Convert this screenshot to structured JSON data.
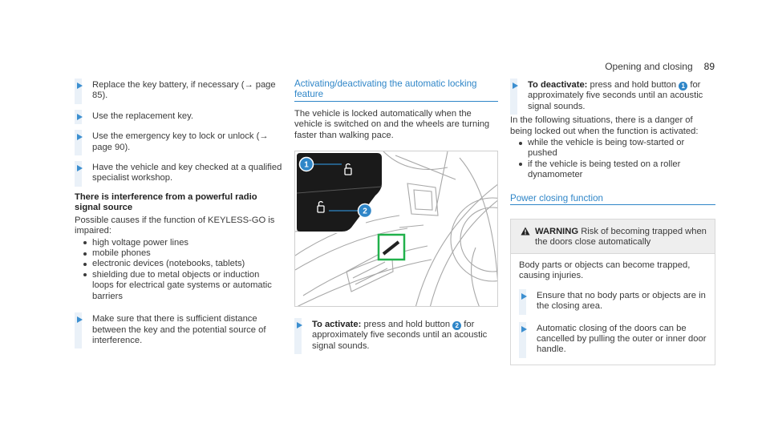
{
  "header": {
    "section": "Opening and closing",
    "page_number": "89"
  },
  "col1": {
    "steps_top": [
      {
        "text": "Replace the key battery, if necessary (→ page 85)."
      },
      {
        "text": "Use the replacement key."
      },
      {
        "text": "Use the emergency key to lock or unlock (→ page 90)."
      },
      {
        "text": "Have the vehicle and key checked at a qualified specialist workshop."
      }
    ],
    "interference_heading": "There is interference from a powerful radio signal source",
    "interference_intro": "Possible causes if the function of KEYLESS-GO is impaired:",
    "causes": [
      "high voltage power lines",
      "mobile phones",
      "electronic devices (notebooks, tablets)",
      "shielding due to metal objects or induction loops for electrical gate systems or automatic barriers"
    ],
    "step_bottom": "Make sure that there is sufficient distance between the key and the potential source of interference."
  },
  "col2": {
    "heading": "Activating/deactivating the automatic locking feature",
    "intro": "The vehicle is locked automatically when the vehicle is switched on and the wheels are turning faster than walking pace.",
    "figure_labels": {
      "callout1": "1",
      "callout2": "2"
    },
    "activate": {
      "label": "To activate:",
      "pre": "press and hold button",
      "button": "2",
      "post": "for approximately five seconds until an acoustic signal sounds."
    }
  },
  "col3": {
    "deactivate": {
      "label": "To deactivate:",
      "pre": "press and hold button",
      "button": "1",
      "post": "for approximately five seconds until an acoustic signal sounds."
    },
    "danger_intro": "In the following situations, there is a danger of being locked out when the function is activated:",
    "situations": [
      "while the vehicle is being tow-started or pushed",
      "if the vehicle is being tested on a roller dynamometer"
    ],
    "power_heading": "Power closing function",
    "warning": {
      "label": "WARNING",
      "title": "Risk of becoming trapped when the doors close automatically",
      "body": "Body parts or objects can become trapped, causing injuries.",
      "steps": [
        "Ensure that no body parts or objects are in the closing area.",
        "Automatic closing of the doors can be cancelled by pulling the outer or inner door handle."
      ]
    }
  }
}
